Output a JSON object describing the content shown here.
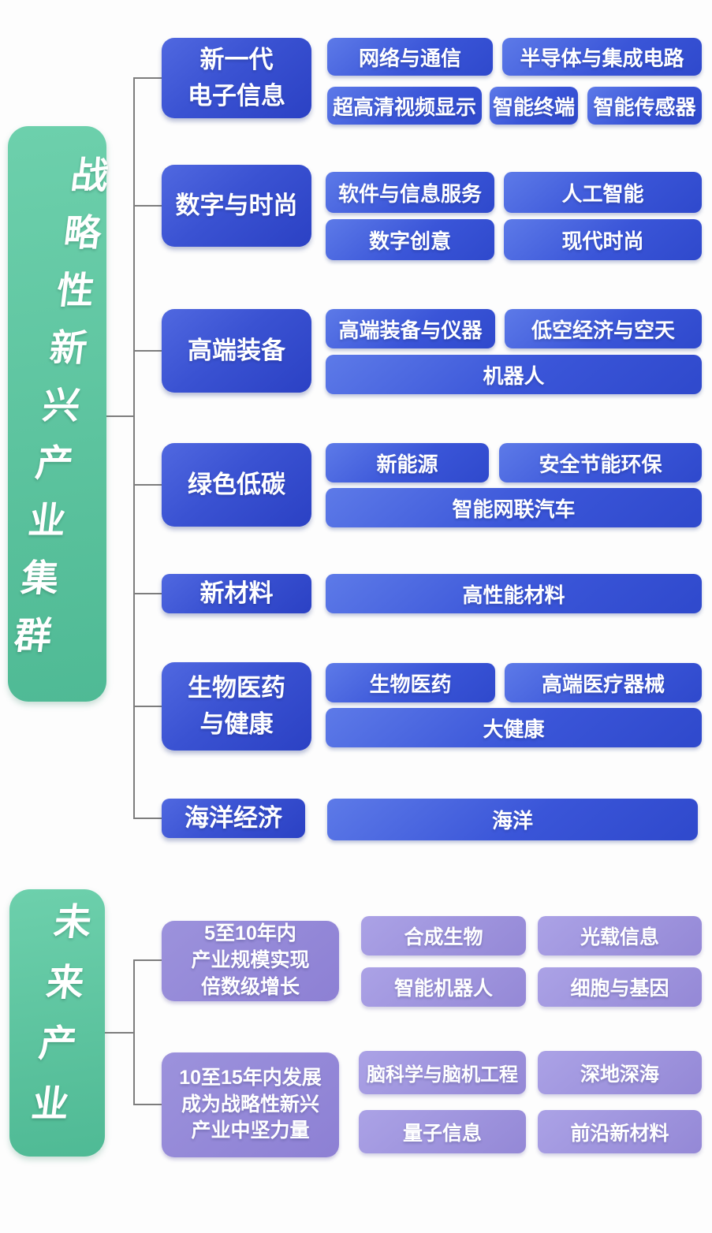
{
  "palette": {
    "green": "#5cc4a0",
    "blue_category": "#3a52d2",
    "blue_item": "#4a66dd",
    "purple_category": "#9a8fd8",
    "purple_item": "#a79ee3",
    "connector": "#7d7d7d",
    "text": "#ffffff",
    "background": "#fdfdfd"
  },
  "strategic": {
    "root_label": "战略性新兴产业集群",
    "groups": [
      {
        "lines": [
          "新一代",
          "电子信息"
        ],
        "items": [
          "网络与通信",
          "半导体与集成电路",
          "超高清视频显示",
          "智能终端",
          "智能传感器"
        ]
      },
      {
        "lines": [
          "数字与时尚"
        ],
        "items": [
          "软件与信息服务",
          "人工智能",
          "数字创意",
          "现代时尚"
        ]
      },
      {
        "lines": [
          "高端装备"
        ],
        "items": [
          "高端装备与仪器",
          "低空经济与空天",
          "机器人"
        ]
      },
      {
        "lines": [
          "绿色低碳"
        ],
        "items": [
          "新能源",
          "安全节能环保",
          "智能网联汽车"
        ]
      },
      {
        "lines": [
          "新材料"
        ],
        "items": [
          "高性能材料"
        ]
      },
      {
        "lines": [
          "生物医药",
          "与健康"
        ],
        "items": [
          "生物医药",
          "高端医疗器械",
          "大健康"
        ]
      },
      {
        "lines": [
          "海洋经济"
        ],
        "items": [
          "海洋"
        ]
      }
    ]
  },
  "future": {
    "root_label": "未来产业",
    "groups": [
      {
        "lines": [
          "5至10年内",
          "产业规模实现",
          "倍数级增长"
        ],
        "items": [
          "合成生物",
          "光载信息",
          "智能机器人",
          "细胞与基因"
        ]
      },
      {
        "lines": [
          "10至15年内发展",
          "成为战略性新兴",
          "产业中坚力量"
        ],
        "items": [
          "脑科学与脑机工程",
          "深地深海",
          "量子信息",
          "前沿新材料"
        ]
      }
    ]
  }
}
